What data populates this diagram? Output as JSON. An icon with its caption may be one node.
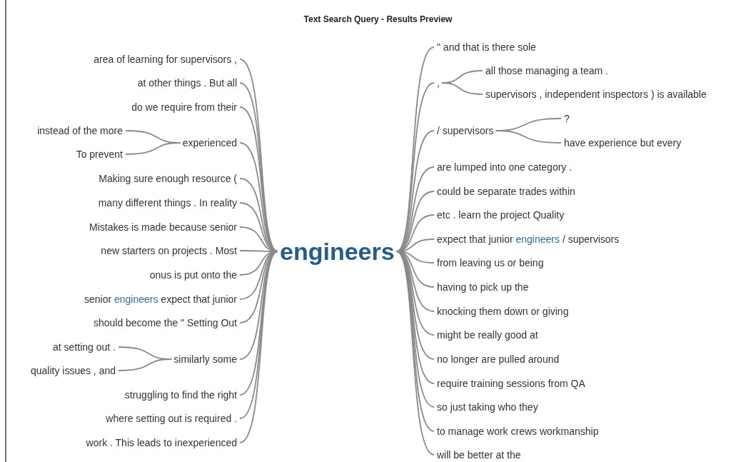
{
  "diagram": {
    "title": "Text Search Query - Results Preview",
    "nodes": [
      {
        "text": [
          "engineers"
        ]
      },
      {
        "text": [
          "area of learning for supervisors ,"
        ]
      },
      {
        "text": [
          "at other things . But all"
        ]
      },
      {
        "text": [
          "do we require from their"
        ]
      },
      {
        "text": [
          "experienced"
        ]
      },
      {
        "text": [
          "instead of the more"
        ]
      },
      {
        "text": [
          "To prevent"
        ]
      },
      {
        "text": [
          "Making sure enough resource ("
        ]
      },
      {
        "text": [
          "many different things . In reality"
        ]
      },
      {
        "text": [
          "Mistakes is made because senior"
        ]
      },
      {
        "text": [
          "new starters on projects . Most"
        ]
      },
      {
        "text": [
          "onus is put onto the"
        ]
      },
      {
        "text": [
          "senior **engineers** expect that junior"
        ]
      },
      {
        "text": [
          "should become the \" Setting Out"
        ]
      },
      {
        "text": [
          "similarly some"
        ]
      },
      {
        "text": [
          "at setting out ."
        ]
      },
      {
        "text": [
          "quality issues , and"
        ]
      },
      {
        "text": [
          "struggling to find the right"
        ]
      },
      {
        "text": [
          "where setting out is required ."
        ]
      },
      {
        "text": [
          "work . This leads to inexperienced"
        ]
      },
      {
        "text": [
          "\" and that is there sole"
        ]
      },
      {
        "text": [
          ","
        ]
      },
      {
        "text": [
          "all those managing a team ."
        ]
      },
      {
        "text": [
          "supervisors , independent inspectors ) is available"
        ]
      },
      {
        "text": [
          "/ supervisors"
        ]
      },
      {
        "text": [
          "?"
        ]
      },
      {
        "text": [
          "have experience but every"
        ]
      },
      {
        "text": [
          "are lumped into one category ."
        ]
      },
      {
        "text": [
          "could be separate trades within"
        ]
      },
      {
        "text": [
          "etc . learn the project Quality"
        ]
      },
      {
        "text": [
          "expect that junior **engineers** / supervisors"
        ]
      },
      {
        "text": [
          "from leaving us or being"
        ]
      },
      {
        "text": [
          "having to pick up the"
        ]
      },
      {
        "text": [
          "knocking them down or giving"
        ]
      },
      {
        "text": [
          "might be really good at"
        ]
      },
      {
        "text": [
          "no longer are pulled around"
        ]
      },
      {
        "text": [
          "require training sessions from QA"
        ]
      },
      {
        "text": [
          "so just taking who they"
        ]
      },
      {
        "text": [
          "to manage work crews workmanship"
        ]
      },
      {
        "text": [
          "will be better at the"
        ]
      }
    ],
    "edges": [
      {
        "from": 0,
        "to": 1,
        "arrow": "none"
      },
      {
        "from": 0,
        "to": 2,
        "arrow": "none"
      },
      {
        "from": 0,
        "to": 3,
        "arrow": "none"
      },
      {
        "from": 0,
        "to": 4,
        "arrow": "none"
      },
      {
        "from": 4,
        "to": 5,
        "arrow": "none"
      },
      {
        "from": 4,
        "to": 6,
        "arrow": "none"
      },
      {
        "from": 0,
        "to": 7,
        "arrow": "none"
      },
      {
        "from": 0,
        "to": 8,
        "arrow": "none"
      },
      {
        "from": 0,
        "to": 9,
        "arrow": "none"
      },
      {
        "from": 0,
        "to": 10,
        "arrow": "none"
      },
      {
        "from": 0,
        "to": 11,
        "arrow": "none"
      },
      {
        "from": 0,
        "to": 12,
        "arrow": "none"
      },
      {
        "from": 0,
        "to": 13,
        "arrow": "none"
      },
      {
        "from": 0,
        "to": 14,
        "arrow": "none"
      },
      {
        "from": 14,
        "to": 15,
        "arrow": "none"
      },
      {
        "from": 14,
        "to": 16,
        "arrow": "none"
      },
      {
        "from": 0,
        "to": 17,
        "arrow": "none"
      },
      {
        "from": 0,
        "to": 18,
        "arrow": "none"
      },
      {
        "from": 0,
        "to": 19,
        "arrow": "none"
      },
      {
        "from": 0,
        "to": 20,
        "arrow": "none"
      },
      {
        "from": 0,
        "to": 21,
        "arrow": "none"
      },
      {
        "from": 21,
        "to": 22,
        "arrow": "none"
      },
      {
        "from": 21,
        "to": 23,
        "arrow": "none"
      },
      {
        "from": 0,
        "to": 24,
        "arrow": "none"
      },
      {
        "from": 24,
        "to": 25,
        "arrow": "none"
      },
      {
        "from": 24,
        "to": 26,
        "arrow": "none"
      },
      {
        "from": 0,
        "to": 27,
        "arrow": "none"
      },
      {
        "from": 0,
        "to": 28,
        "arrow": "none"
      },
      {
        "from": 0,
        "to": 29,
        "arrow": "none"
      },
      {
        "from": 0,
        "to": 30,
        "arrow": "none"
      },
      {
        "from": 0,
        "to": 31,
        "arrow": "none"
      },
      {
        "from": 0,
        "to": 32,
        "arrow": "none"
      },
      {
        "from": 0,
        "to": 33,
        "arrow": "none"
      },
      {
        "from": 0,
        "to": 34,
        "arrow": "none"
      },
      {
        "from": 0,
        "to": 35,
        "arrow": "none"
      },
      {
        "from": 0,
        "to": 36,
        "arrow": "none"
      },
      {
        "from": 0,
        "to": 37,
        "arrow": "none"
      },
      {
        "from": 0,
        "to": 38,
        "arrow": "none"
      },
      {
        "from": 0,
        "to": 39,
        "arrow": "none"
      }
    ]
  }
}
